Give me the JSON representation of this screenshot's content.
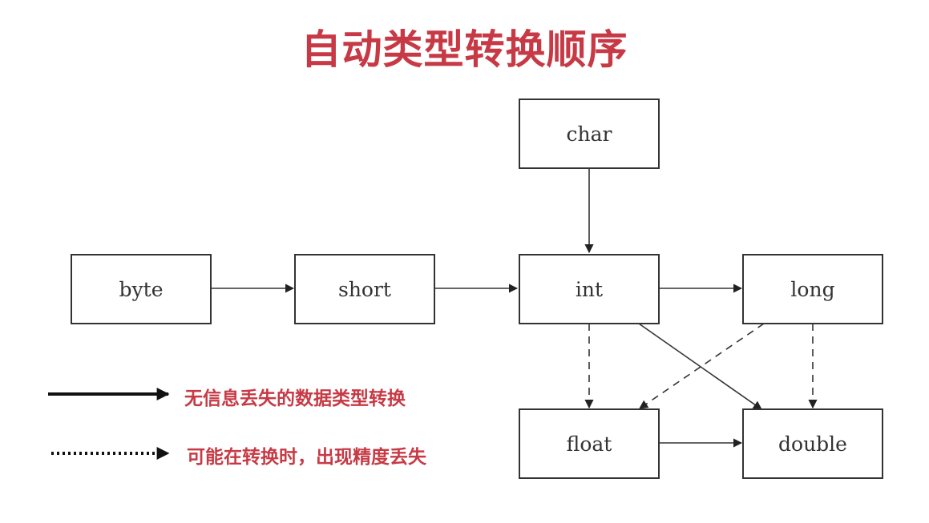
{
  "title": "自动类型转换顺序",
  "nodes": {
    "char": "char",
    "byte": "byte",
    "short": "short",
    "int": "int",
    "long": "long",
    "float": "float",
    "double": "double"
  },
  "edges": [
    {
      "from": "char",
      "to": "int",
      "style": "solid"
    },
    {
      "from": "byte",
      "to": "short",
      "style": "solid"
    },
    {
      "from": "short",
      "to": "int",
      "style": "solid"
    },
    {
      "from": "int",
      "to": "long",
      "style": "solid"
    },
    {
      "from": "int",
      "to": "double",
      "style": "solid"
    },
    {
      "from": "float",
      "to": "double",
      "style": "solid"
    },
    {
      "from": "int",
      "to": "float",
      "style": "dashed"
    },
    {
      "from": "long",
      "to": "float",
      "style": "dashed"
    },
    {
      "from": "long",
      "to": "double",
      "style": "dashed"
    }
  ],
  "legend": {
    "solid_label": "无信息丢失的数据类型转换",
    "dotted_label": "可能在转换时，出现精度丢失"
  },
  "colors": {
    "title": "#c73a45",
    "legend_text": "#c73a45",
    "lines": "#333333"
  }
}
